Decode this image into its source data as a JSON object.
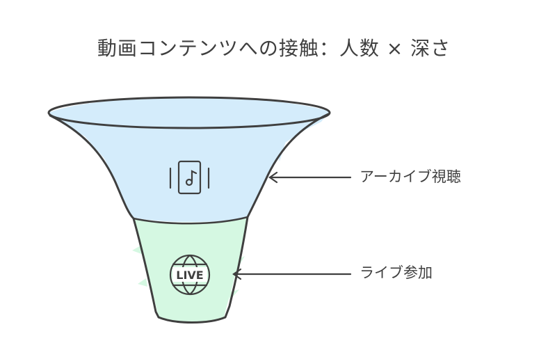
{
  "title": "動画コンテンツへの接触：人数 × 深さ",
  "stages": [
    {
      "label": "アーカイブ視聴",
      "icon": "music-phone-icon",
      "fill": "#d4ecfb"
    },
    {
      "label": "ライブ参加",
      "icon": "live-globe-icon",
      "fill": "#d5f8e2",
      "icon_text": "LIVE"
    }
  ],
  "colors": {
    "stroke": "#3f3f3f",
    "top_fill": "#d4ecfb",
    "bottom_fill": "#d5f8e2"
  }
}
